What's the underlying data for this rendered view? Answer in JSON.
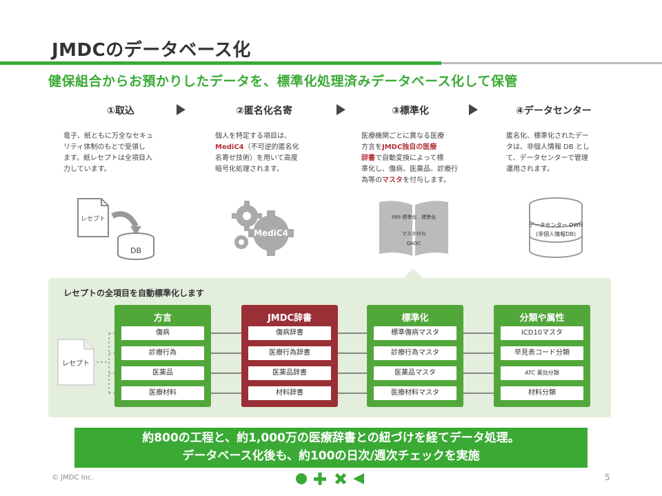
{
  "title": "JMDCのデータベース化",
  "subtitle": "健保組合からお預かりしたデータを、標準化処理済みデータベース化して保管",
  "steps": [
    {
      "label": "①取込",
      "desc": [
        "電子、紙ともに万全なセキュ",
        "リティ体制のもとで受領し",
        "ます。紙レセプトは全項目入",
        "力しています。"
      ]
    },
    {
      "label": "②匿名化名寄",
      "desc_pre": [
        "個人を特定する項目は、"
      ],
      "desc_hl": "MediC4",
      "desc_post": [
        "（不可逆的匿名化",
        "名寄せ技術）を用いて高度",
        "暗号化処理されます。"
      ]
    },
    {
      "label": "③標準化",
      "desc_a": "医療機関ごとに異なる医療",
      "desc_b": "方言を",
      "desc_hl1": "JMDC独自の医療",
      "desc_hl2": "辞書",
      "desc_c": "で自動変換によって標",
      "desc_d": "準化し、傷病、医薬品、診療行",
      "desc_e": "為等の",
      "desc_hl3": "マスタ",
      "desc_f": "を付与します。"
    },
    {
      "label": "④データセンター",
      "desc": [
        "匿名化、標準化されたデー",
        "タは、非個人情報 DB とし",
        "て、データセンターで管理",
        "運用されます。"
      ]
    }
  ],
  "icons": {
    "receipt_label": "レセプト",
    "db_label": "DB",
    "gear_label": "MediC4",
    "book_line1": "999 標準化　標準化",
    "book_line2": "マスタ付与",
    "book_line3": "QAQC",
    "dwh_line1": "データセンター DWH",
    "dwh_line2": "(非個人情報DB)"
  },
  "panel": {
    "heading": "レセプトの全項目を自動標準化します",
    "receipt_label": "レセプト",
    "columns": [
      {
        "title": "方言",
        "items": [
          "傷病",
          "診療行為",
          "医薬品",
          "医療材料"
        ]
      },
      {
        "title": "JMDC辞書",
        "items": [
          "傷病辞書",
          "医療行為辞書",
          "医薬品辞書",
          "材料辞書"
        ]
      },
      {
        "title": "標準化",
        "items": [
          "標準傷病マスタ",
          "診療行為マスタ",
          "医薬品マスタ",
          "医療材料マスタ"
        ]
      },
      {
        "title": "分類や属性",
        "items": [
          "ICD10マスタ",
          "早見表コード分類",
          "ATC 薬効分類",
          "材料分類"
        ]
      }
    ]
  },
  "banner": {
    "line1": "約800の工程と、約1,000万の医療辞書との紐づけを経てデータ処理。",
    "line2": "データベース化後も、約100の日次/週次チェックを実施"
  },
  "footer": {
    "copyright": "© JMDC Inc.",
    "page": "5"
  },
  "colors": {
    "green": "#3aaa35",
    "red": "#9b2f36",
    "panel": "#e3efdc"
  }
}
